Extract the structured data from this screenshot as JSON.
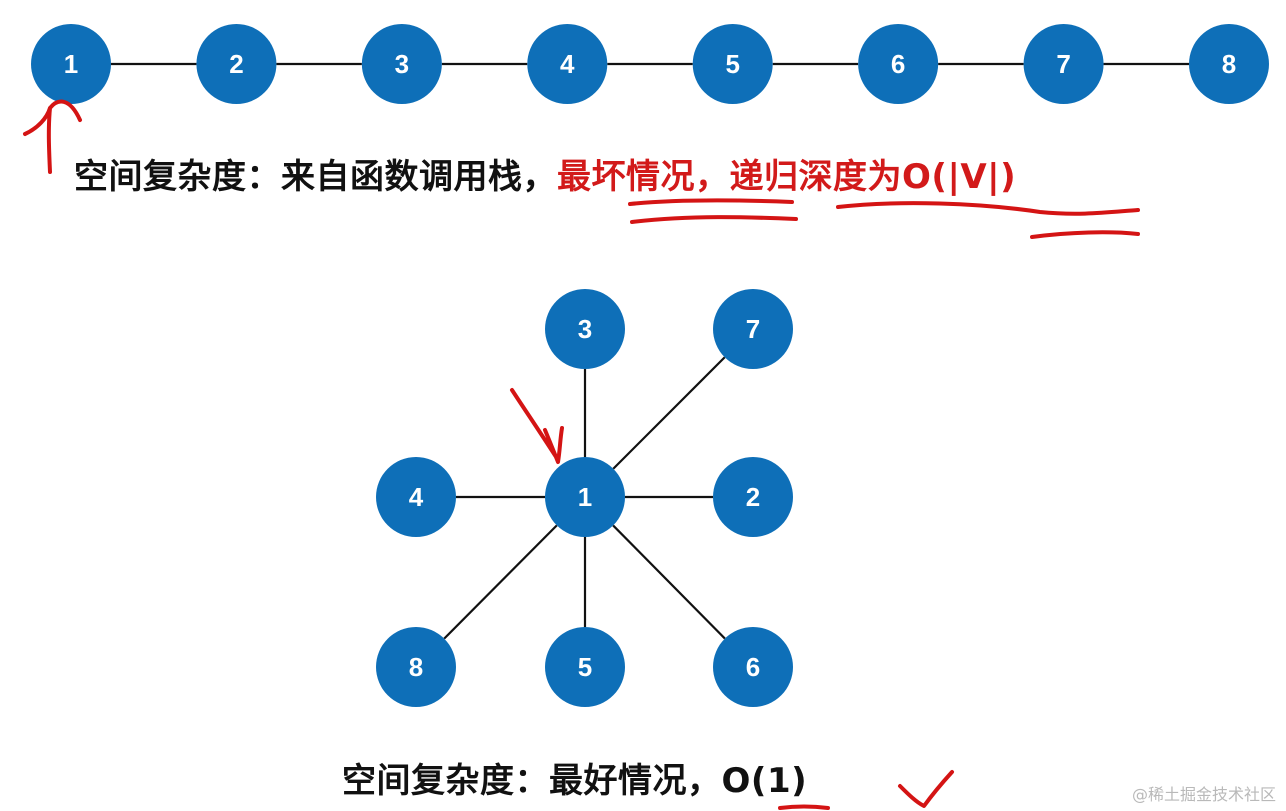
{
  "diagram": {
    "path_graph": {
      "nodes": [
        "1",
        "2",
        "3",
        "4",
        "5",
        "6",
        "7",
        "8"
      ],
      "edges": [
        [
          "1",
          "2"
        ],
        [
          "2",
          "3"
        ],
        [
          "3",
          "4"
        ],
        [
          "4",
          "5"
        ],
        [
          "5",
          "6"
        ],
        [
          "6",
          "7"
        ],
        [
          "7",
          "8"
        ]
      ]
    },
    "star_graph": {
      "center": "1",
      "leaves": [
        "3",
        "7",
        "4",
        "2",
        "8",
        "5",
        "6"
      ],
      "edges": [
        [
          "1",
          "3"
        ],
        [
          "1",
          "7"
        ],
        [
          "1",
          "4"
        ],
        [
          "1",
          "2"
        ],
        [
          "1",
          "8"
        ],
        [
          "1",
          "5"
        ],
        [
          "1",
          "6"
        ]
      ]
    }
  },
  "captions": {
    "top": {
      "prefix": "空间复杂度：来自函数调用栈，",
      "highlight_a": "最坏情况，",
      "highlight_b": "递归深度为O(|V|)"
    },
    "bottom": {
      "text": "空间复杂度：最好情况，O(1)"
    }
  },
  "watermark": "@稀土掘金技术社区",
  "colors": {
    "node_fill": "#0e6fb8",
    "node_text": "#ffffff",
    "edge": "#111111",
    "annotation": "#d21a1a"
  }
}
